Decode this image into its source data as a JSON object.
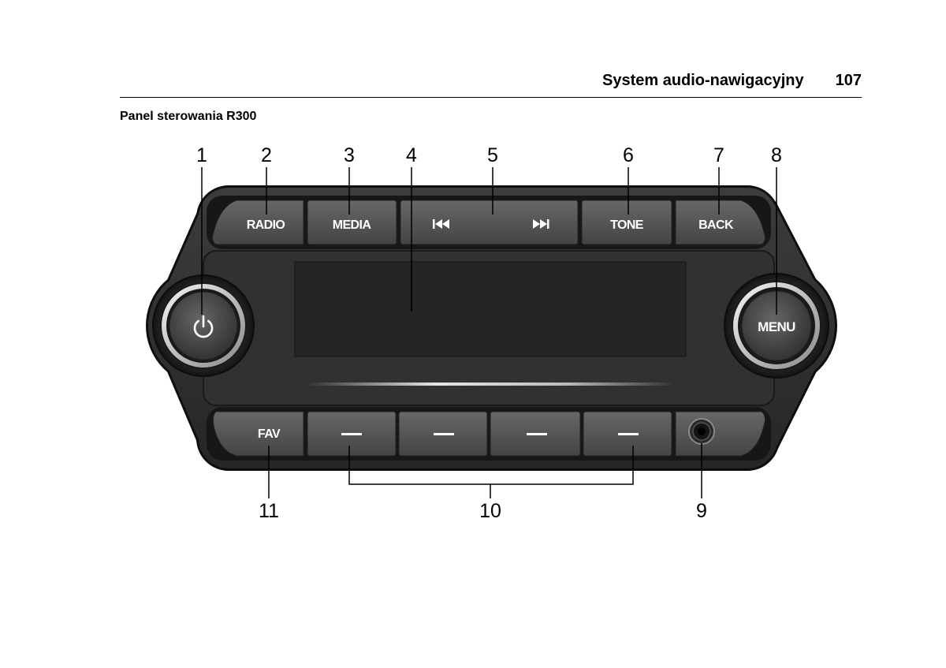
{
  "header": {
    "section_title": "System audio-nawigacyjny",
    "page_number": "107"
  },
  "caption": "Panel sterowania R300",
  "panel": {
    "top_row": {
      "radio": "RADIO",
      "media": "MEDIA",
      "tone": "TONE",
      "back": "BACK"
    },
    "bottom_row": {
      "fav": "FAV"
    },
    "menu_knob": "MENU"
  },
  "callouts": {
    "c1": "1",
    "c2": "2",
    "c3": "3",
    "c4": "4",
    "c5": "5",
    "c6": "6",
    "c7": "7",
    "c8": "8",
    "c9": "9",
    "c10": "10",
    "c11": "11"
  },
  "icons": {
    "left_knob": "power-icon",
    "seek_back": "previous-track-icon",
    "seek_forward": "next-track-icon",
    "soft_keys": "dash-icon",
    "aux_input": "aux-jack-icon"
  },
  "colors": {
    "panel": "#2a2a2a",
    "button": "#555555",
    "knob_ring": "#d8d8d8",
    "button_label": "#ffffff"
  }
}
